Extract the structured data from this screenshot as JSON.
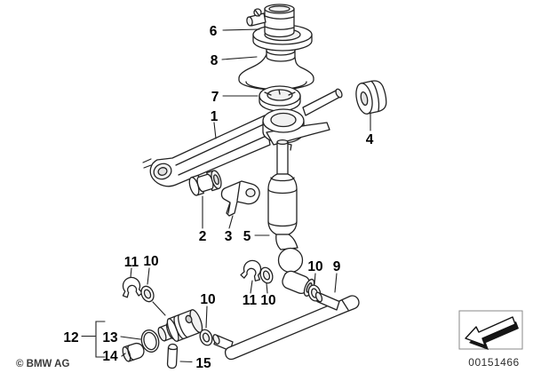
{
  "diagram": {
    "callouts": [
      {
        "label": "6"
      },
      {
        "label": "8"
      },
      {
        "label": "7"
      },
      {
        "label": "1"
      },
      {
        "label": "4"
      },
      {
        "label": "2"
      },
      {
        "label": "3"
      },
      {
        "label": "5"
      },
      {
        "label": "11"
      },
      {
        "label": "10"
      },
      {
        "label": "10"
      },
      {
        "label": "9"
      },
      {
        "label": "11"
      },
      {
        "label": "10"
      },
      {
        "label": "10"
      },
      {
        "label": "12"
      },
      {
        "label": "13"
      },
      {
        "label": "14"
      },
      {
        "label": "15"
      }
    ]
  },
  "footer": {
    "copyright": "© BMW AG",
    "image_number": "00151466"
  },
  "icons": {
    "direction_arrow": "arrow-down-left-3d"
  },
  "colors": {
    "line": "#1f1f1f",
    "background": "#ffffff",
    "label_text": "#000000",
    "footer_text": "#3a3a3a"
  }
}
